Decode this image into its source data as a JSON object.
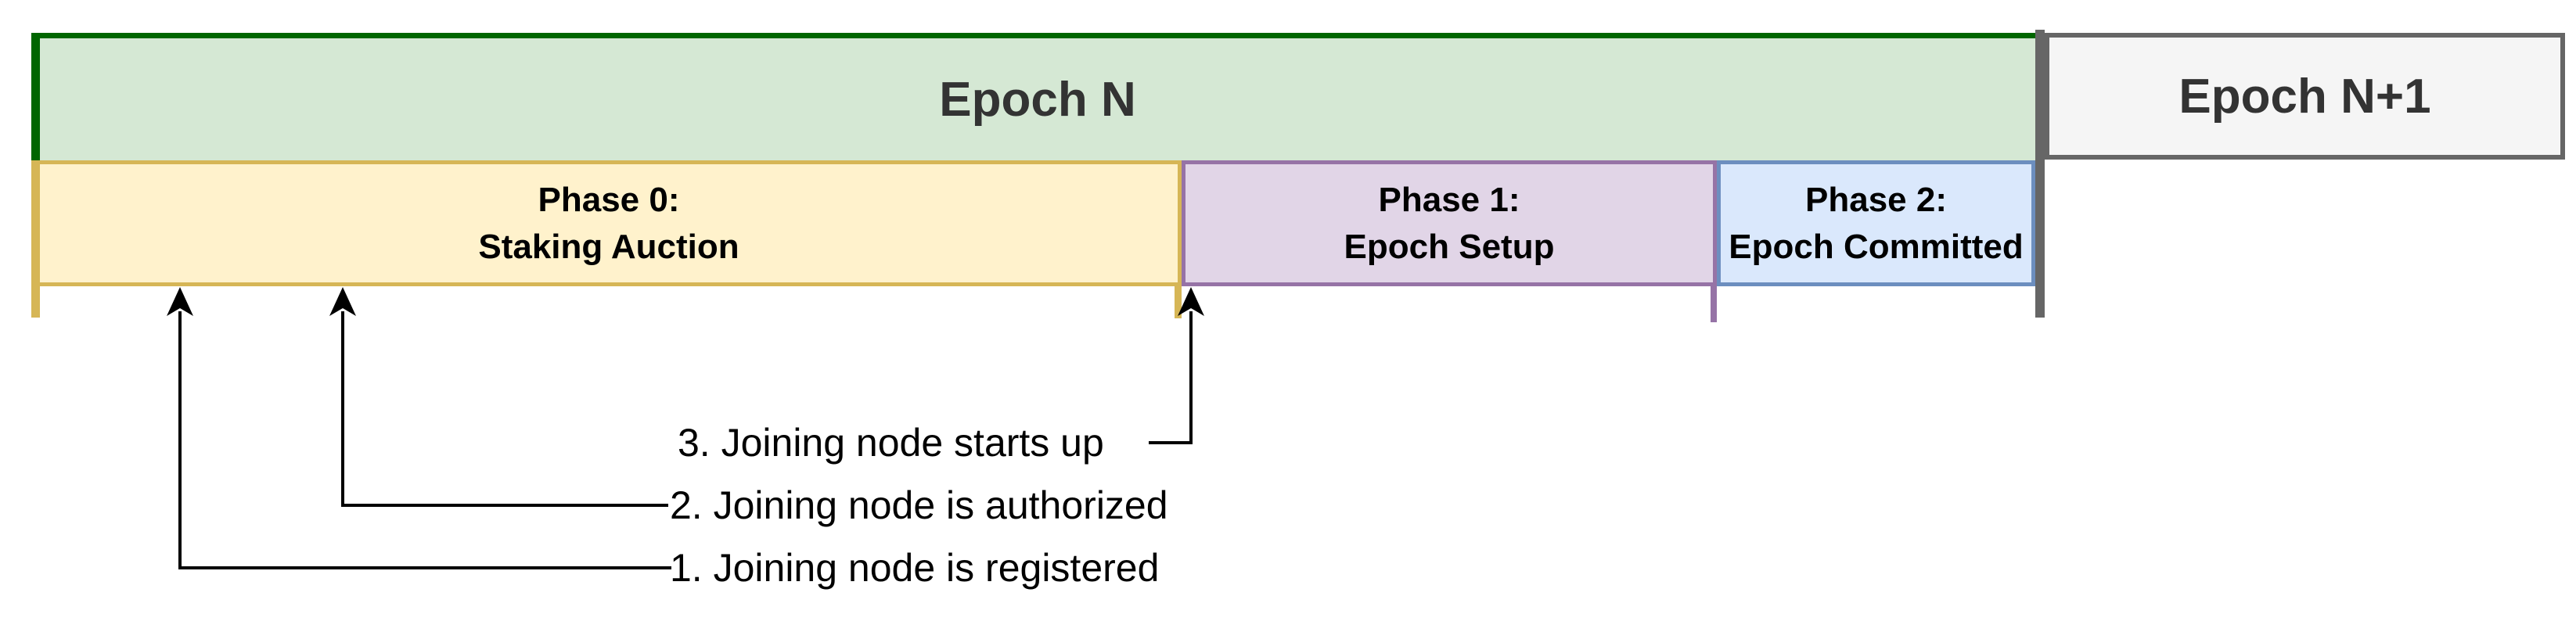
{
  "diagram": {
    "epochs": [
      {
        "label": "Epoch N"
      },
      {
        "label": "Epoch N+1"
      }
    ],
    "phases": [
      {
        "label_line1": "Phase 0:",
        "label_line2": "Staking Auction"
      },
      {
        "label_line1": "Phase 1:",
        "label_line2": "Epoch Setup"
      },
      {
        "label_line1": "Phase 2:",
        "label_line2": "Epoch Committed"
      }
    ],
    "annotations": [
      {
        "label": "1. Joining node is registered"
      },
      {
        "label": "2. Joining node is authorized"
      },
      {
        "label": "3. Joining node starts up"
      }
    ]
  },
  "colors": {
    "green-fill": "#d5e8d4",
    "green-stroke": "#006600",
    "yellow-fill": "#fff2cc",
    "yellow-stroke": "#d6b656",
    "purple-fill": "#e1d5e7",
    "purple-stroke": "#9673a6",
    "blue-fill": "#dae8fc",
    "blue-stroke": "#6c8ebf",
    "gray-fill": "#f5f5f5",
    "gray-stroke": "#666666",
    "connector": "#000000",
    "epoch-text": "#333333",
    "phase-text": "#000000"
  }
}
